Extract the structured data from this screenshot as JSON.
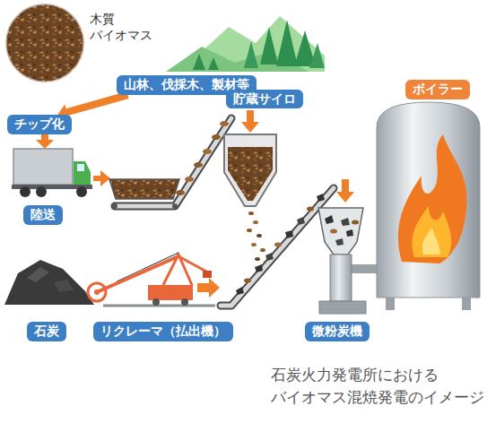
{
  "diagram": {
    "caption": "石炭火力発電所における バイオマス混焼発電のイメージ",
    "nodes": [
      {
        "text": [
          "山林、伐採木、製材等"
        ]
      },
      {
        "text": [
          "ボイラー"
        ]
      },
      {
        "text": [
          "貯蔵サイロ"
        ]
      },
      {
        "text": [
          "チップ化"
        ]
      },
      {
        "text": [
          "陸送"
        ]
      },
      {
        "text": [
          "石炭"
        ]
      },
      {
        "text": [
          "リクレーマ（払出機）"
        ]
      },
      {
        "text": [
          "微粉炭機"
        ]
      }
    ],
    "edges": [
      {
        "from": 0,
        "to": 3,
        "arrow": "to"
      }
    ],
    "labels": [
      "木質 バイオマス"
    ]
  }
}
